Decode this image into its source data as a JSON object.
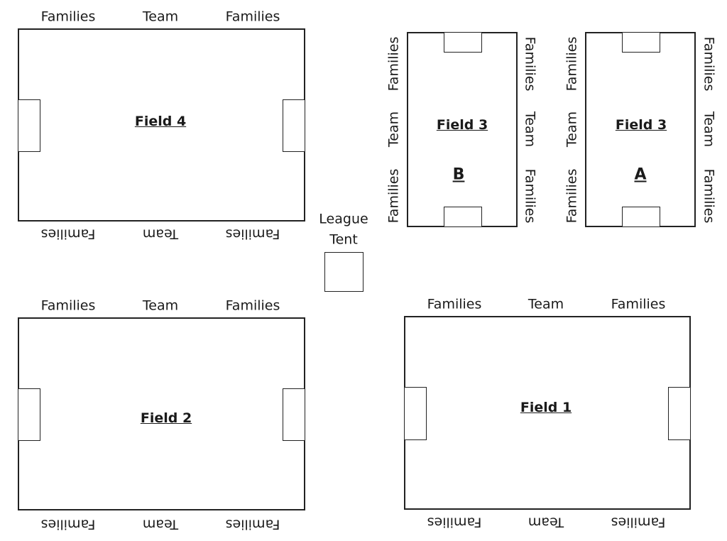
{
  "labels": {
    "families": "Families",
    "team": "Team"
  },
  "fields": {
    "field4": {
      "name": "Field 4"
    },
    "field3b": {
      "name": "Field 3",
      "letter": "B"
    },
    "field3a": {
      "name": "Field 3",
      "letter": "A"
    },
    "field2": {
      "name": "Field 2"
    },
    "field1": {
      "name": "Field 1"
    }
  },
  "tent": {
    "line1": "League",
    "line2": "Tent"
  }
}
